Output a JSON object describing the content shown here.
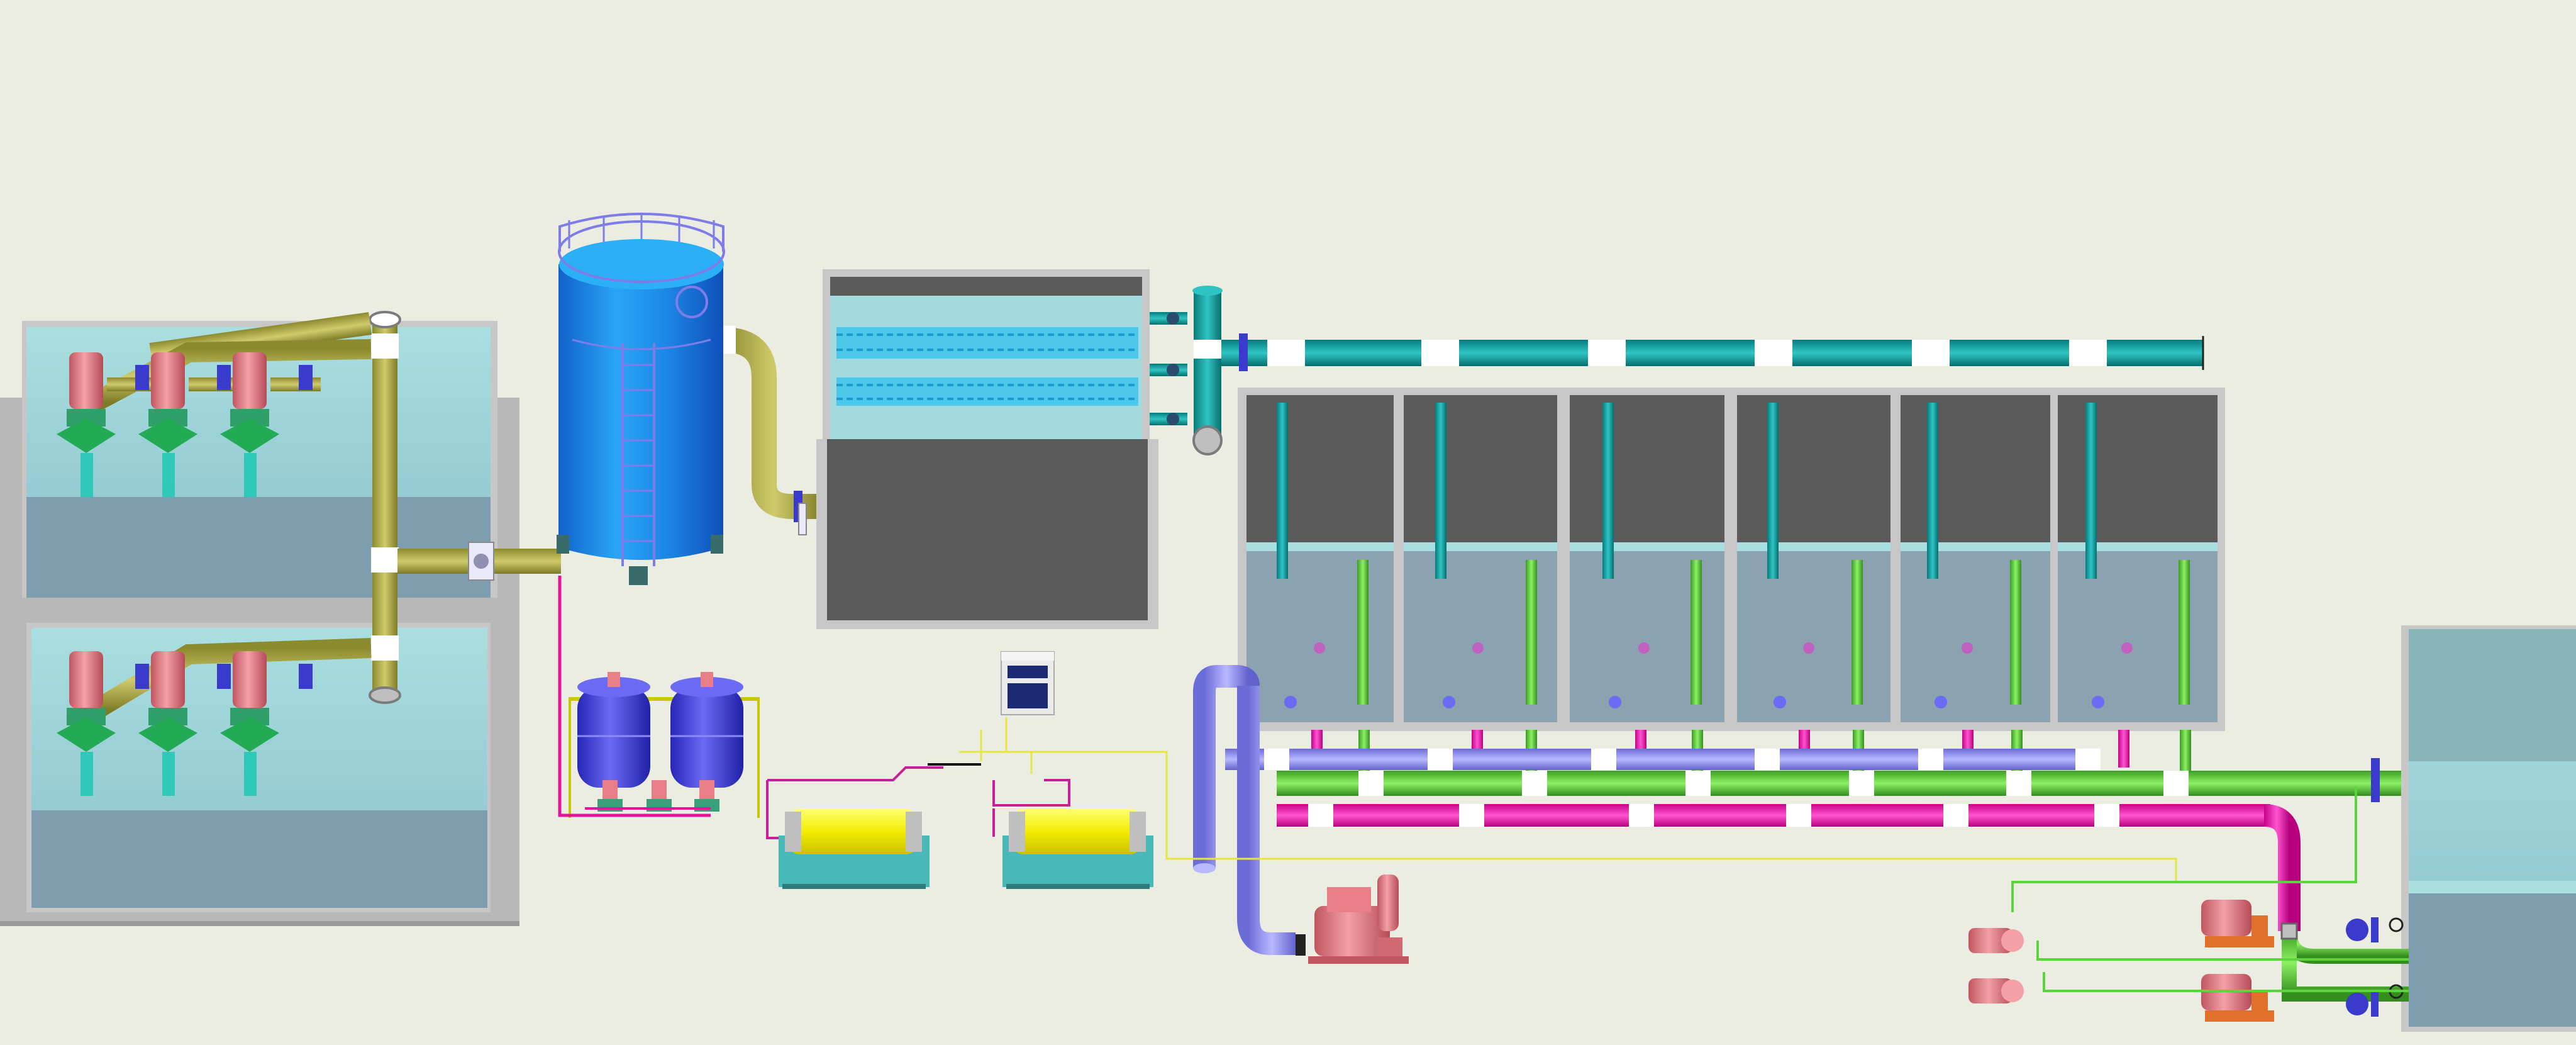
{
  "scene": {
    "background": "#ECEDE2",
    "colors": {
      "basin_wall": "#B9B9B9",
      "basin_water_top": "#A4D9DA",
      "basin_water_bottom": "#7E9DAF",
      "intake_pipe": "#A7A446",
      "storage_tank": "#1E8FE8",
      "tank_rail": "#7E7CE8",
      "clarifier": "#5A5A5A",
      "clarifier_media": "#8FE4E8",
      "distribution_header": "#0A9E9E",
      "filter_cell": "#5A5A5A",
      "filter_water": "#8FA8B8",
      "backwash_air": "#FF10B0",
      "backwash_water": "#5CD43C",
      "drain_pipe": "#8E8EF0",
      "dosing_tank": "#3838E0",
      "sludge_skid": "#F6F000",
      "control_cabinet": "#1C2A74",
      "pump_motor": "#E87E86",
      "pump_base": "#E0702A",
      "valve": "#3A3ACD",
      "instrument_line": "#E6E640"
    },
    "filter_cell_count": 6,
    "intake_pump_count": 6,
    "backwash_pump_count": 2,
    "aux_pump_count": 2
  }
}
